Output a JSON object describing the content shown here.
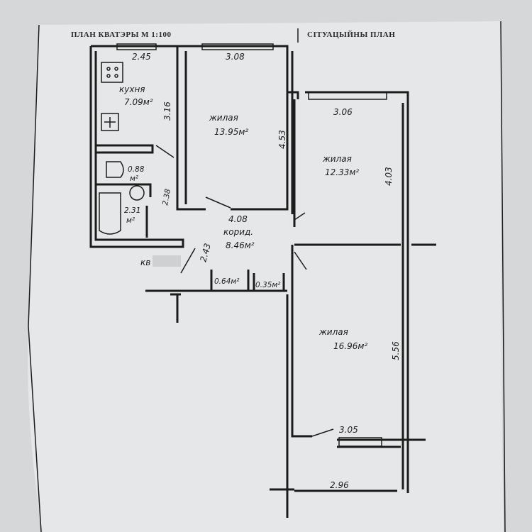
{
  "header": {
    "plan_title": "ПЛАН КВАТЭРЫ М 1:100",
    "situation_title": "СІТУАЦЫЙНЫ ПЛАН"
  },
  "rooms": {
    "kitchen": {
      "name": "кухня",
      "area": "7.09м²",
      "width": "2.45",
      "length": "3.16"
    },
    "living1": {
      "name": "жилая",
      "area": "13.95м²",
      "width": "3.08",
      "length": "4.53"
    },
    "living2": {
      "name": "жилая",
      "area": "12.33м²",
      "width": "3.06",
      "length": "4.03"
    },
    "living3": {
      "name": "жилая",
      "area": "16.96м²",
      "width": "3.05",
      "length": "5.56"
    },
    "corridor": {
      "name": "корид.",
      "area": "8.46м²",
      "width": "4.08",
      "length": "2.43"
    },
    "wc": {
      "area": "0.88",
      "unit": "м²"
    },
    "bath": {
      "area": "2.31",
      "unit": "м²",
      "length": "2.38"
    },
    "closet1": {
      "area": "0.64м²"
    },
    "closet2": {
      "area": "0.35м²"
    },
    "balcony": {
      "width": "2.96"
    }
  },
  "apartment_label": "кв"
}
